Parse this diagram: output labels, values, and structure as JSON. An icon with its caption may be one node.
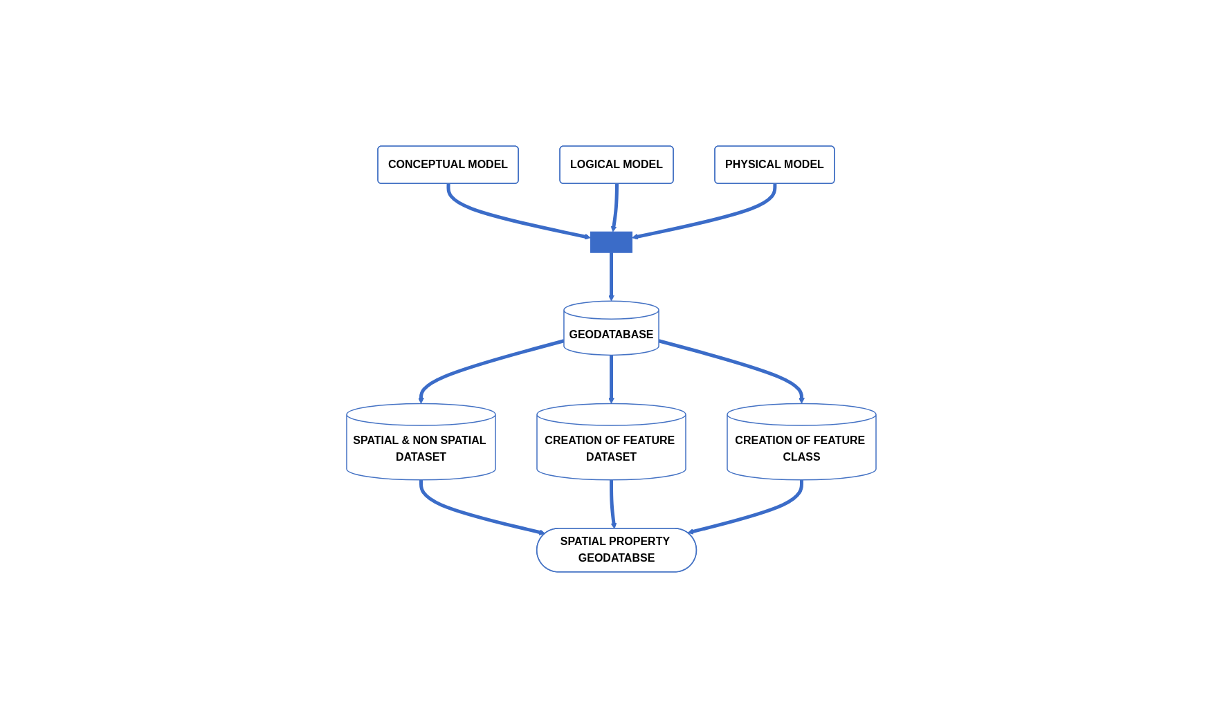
{
  "diagram": {
    "nodes": [
      {
        "text": [
          "CONCEPTUAL MODEL"
        ]
      },
      {
        "text": [
          "LOGICAL MODEL"
        ]
      },
      {
        "text": [
          "PHYSICAL MODEL"
        ]
      },
      {
        "text": [],
        "shape": "bar"
      },
      {
        "text": [
          "GEODATABASE"
        ]
      },
      {
        "text": [
          "SPATIAL & NON SPATIAL DATASET"
        ]
      },
      {
        "text": [
          "CREATION OF FEATURE DATASET"
        ]
      },
      {
        "text": [
          "CREATION OF FEATURE CLASS"
        ]
      },
      {
        "text": [
          "SPATIAL PROPERTY GEODATABSE"
        ]
      }
    ],
    "edges": [
      {
        "from": 0,
        "to": 3,
        "arrow": "to"
      },
      {
        "from": 1,
        "to": 3,
        "arrow": "to"
      },
      {
        "from": 2,
        "to": 3,
        "arrow": "to"
      },
      {
        "from": 3,
        "to": 4,
        "arrow": "to"
      },
      {
        "from": 4,
        "to": 5,
        "arrow": "to"
      },
      {
        "from": 4,
        "to": 6,
        "arrow": "to"
      },
      {
        "from": 4,
        "to": 7,
        "arrow": "to"
      },
      {
        "from": 5,
        "to": 8,
        "arrow": "to"
      },
      {
        "from": 6,
        "to": 8,
        "arrow": "to"
      },
      {
        "from": 7,
        "to": 8,
        "arrow": "to"
      }
    ]
  }
}
